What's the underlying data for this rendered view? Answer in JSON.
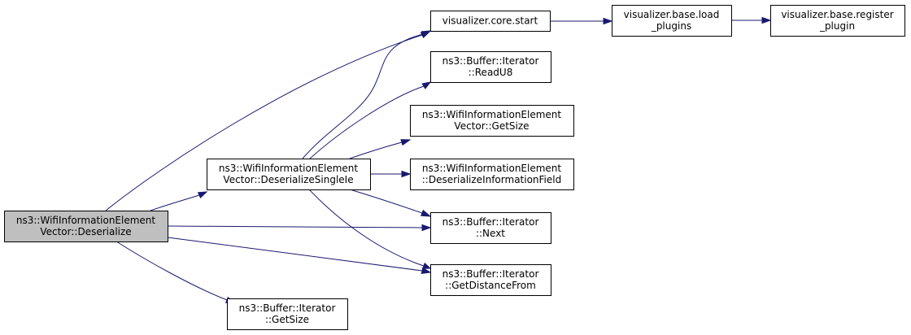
{
  "graph": {
    "nodes": [
      {
        "id": "root",
        "lines": [
          "ns3::WifiInformationElement",
          "Vector::Deserialize"
        ]
      },
      {
        "id": "single",
        "lines": [
          "ns3::WifiInformationElement",
          "Vector::DeserializeSingleIe"
        ]
      },
      {
        "id": "getsize_iter",
        "lines": [
          "ns3::Buffer::Iterator",
          "::GetSize"
        ]
      },
      {
        "id": "core_start",
        "lines": [
          "visualizer.core.start"
        ]
      },
      {
        "id": "load_plugins",
        "lines": [
          "visualizer.base.load",
          "_plugins"
        ]
      },
      {
        "id": "register_plugin",
        "lines": [
          "visualizer.base.register",
          "_plugin"
        ]
      },
      {
        "id": "readu8",
        "lines": [
          "ns3::Buffer::Iterator",
          "::ReadU8"
        ]
      },
      {
        "id": "vec_getsize",
        "lines": [
          "ns3::WifiInformationElement",
          "Vector::GetSize"
        ]
      },
      {
        "id": "deser_field",
        "lines": [
          "ns3::WifiInformationElement",
          "::DeserializeInformationField"
        ]
      },
      {
        "id": "next",
        "lines": [
          "ns3::Buffer::Iterator",
          "::Next"
        ]
      },
      {
        "id": "getdistance",
        "lines": [
          "ns3::Buffer::Iterator",
          "::GetDistanceFrom"
        ]
      }
    ],
    "edges": [
      {
        "from": "root",
        "to": "core_start"
      },
      {
        "from": "root",
        "to": "single"
      },
      {
        "from": "root",
        "to": "next"
      },
      {
        "from": "root",
        "to": "getdistance"
      },
      {
        "from": "root",
        "to": "getsize_iter"
      },
      {
        "from": "single",
        "to": "core_start"
      },
      {
        "from": "single",
        "to": "readu8"
      },
      {
        "from": "single",
        "to": "vec_getsize"
      },
      {
        "from": "single",
        "to": "deser_field"
      },
      {
        "from": "single",
        "to": "next"
      },
      {
        "from": "single",
        "to": "getdistance"
      },
      {
        "from": "core_start",
        "to": "load_plugins"
      },
      {
        "from": "load_plugins",
        "to": "register_plugin"
      }
    ]
  }
}
